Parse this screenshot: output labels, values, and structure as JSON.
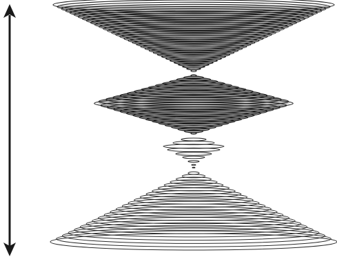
{
  "figure": {
    "background_color": "#ffffff",
    "line_color": "#1a1a1a",
    "shade_color": "#8a8a8a",
    "vertical_arrow": {
      "icon": "double-headed-arrow-icon",
      "direction": "vertical"
    },
    "sections": [
      {
        "name": "upper-cone",
        "shape": "inverted cone of stacked ellipses",
        "shaded": true
      },
      {
        "name": "middle-diamond",
        "shape": "double cone of stacked ellipses",
        "shaded": true
      },
      {
        "name": "small-lobes",
        "shape": "small stacked ellipses",
        "shaded": false
      },
      {
        "name": "lower-cone",
        "shape": "upright cone of stacked ellipses",
        "shaded": false
      }
    ]
  }
}
